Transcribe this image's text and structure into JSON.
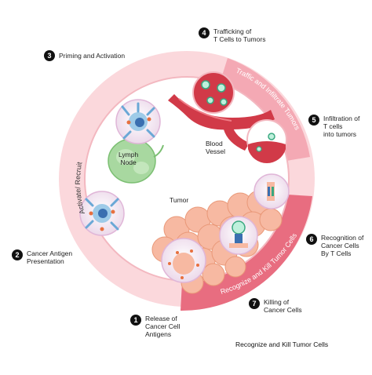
{
  "steps": [
    {
      "number": "1",
      "label": "Release of\nCancer Cell\nAntigens"
    },
    {
      "number": "2",
      "label": "Cancer Antigen\nPresentation"
    },
    {
      "number": "3",
      "label": "Priming and Activation"
    },
    {
      "number": "4",
      "label": "Trafficking of\nT Cells to Tumors"
    },
    {
      "number": "5",
      "label": "Infiltration of\nT cells\ninto tumors"
    },
    {
      "number": "6",
      "label": "Recognition of\nCancer Cells\nBy T Cells"
    },
    {
      "number": "7",
      "label": "Killing of\nCancer Cells"
    }
  ],
  "ring_labels": {
    "activate_recruit": "Activate/ Recruit",
    "traffic_infiltrate": "Traffic and Infiltrate Tumors",
    "recognize_kill": "Recognize and Kill Tumor Cells"
  },
  "inner_labels": {
    "lymph_node": "Lymph\nNode",
    "blood_vessel": "Blood\nVessel",
    "tumor": "Tumor"
  },
  "caption": "Recognize and Kill Tumor Cells",
  "colors": {
    "ring_light": "#f7c9cf",
    "ring_medium": "#f08b99",
    "ring_dark": "#e55a6f",
    "lymph_node": "#a8d8a0",
    "blood_vessel": "#d13a48",
    "tumor_cell": "#f7b9a2",
    "cell_bubble": "#f3e6f2"
  }
}
